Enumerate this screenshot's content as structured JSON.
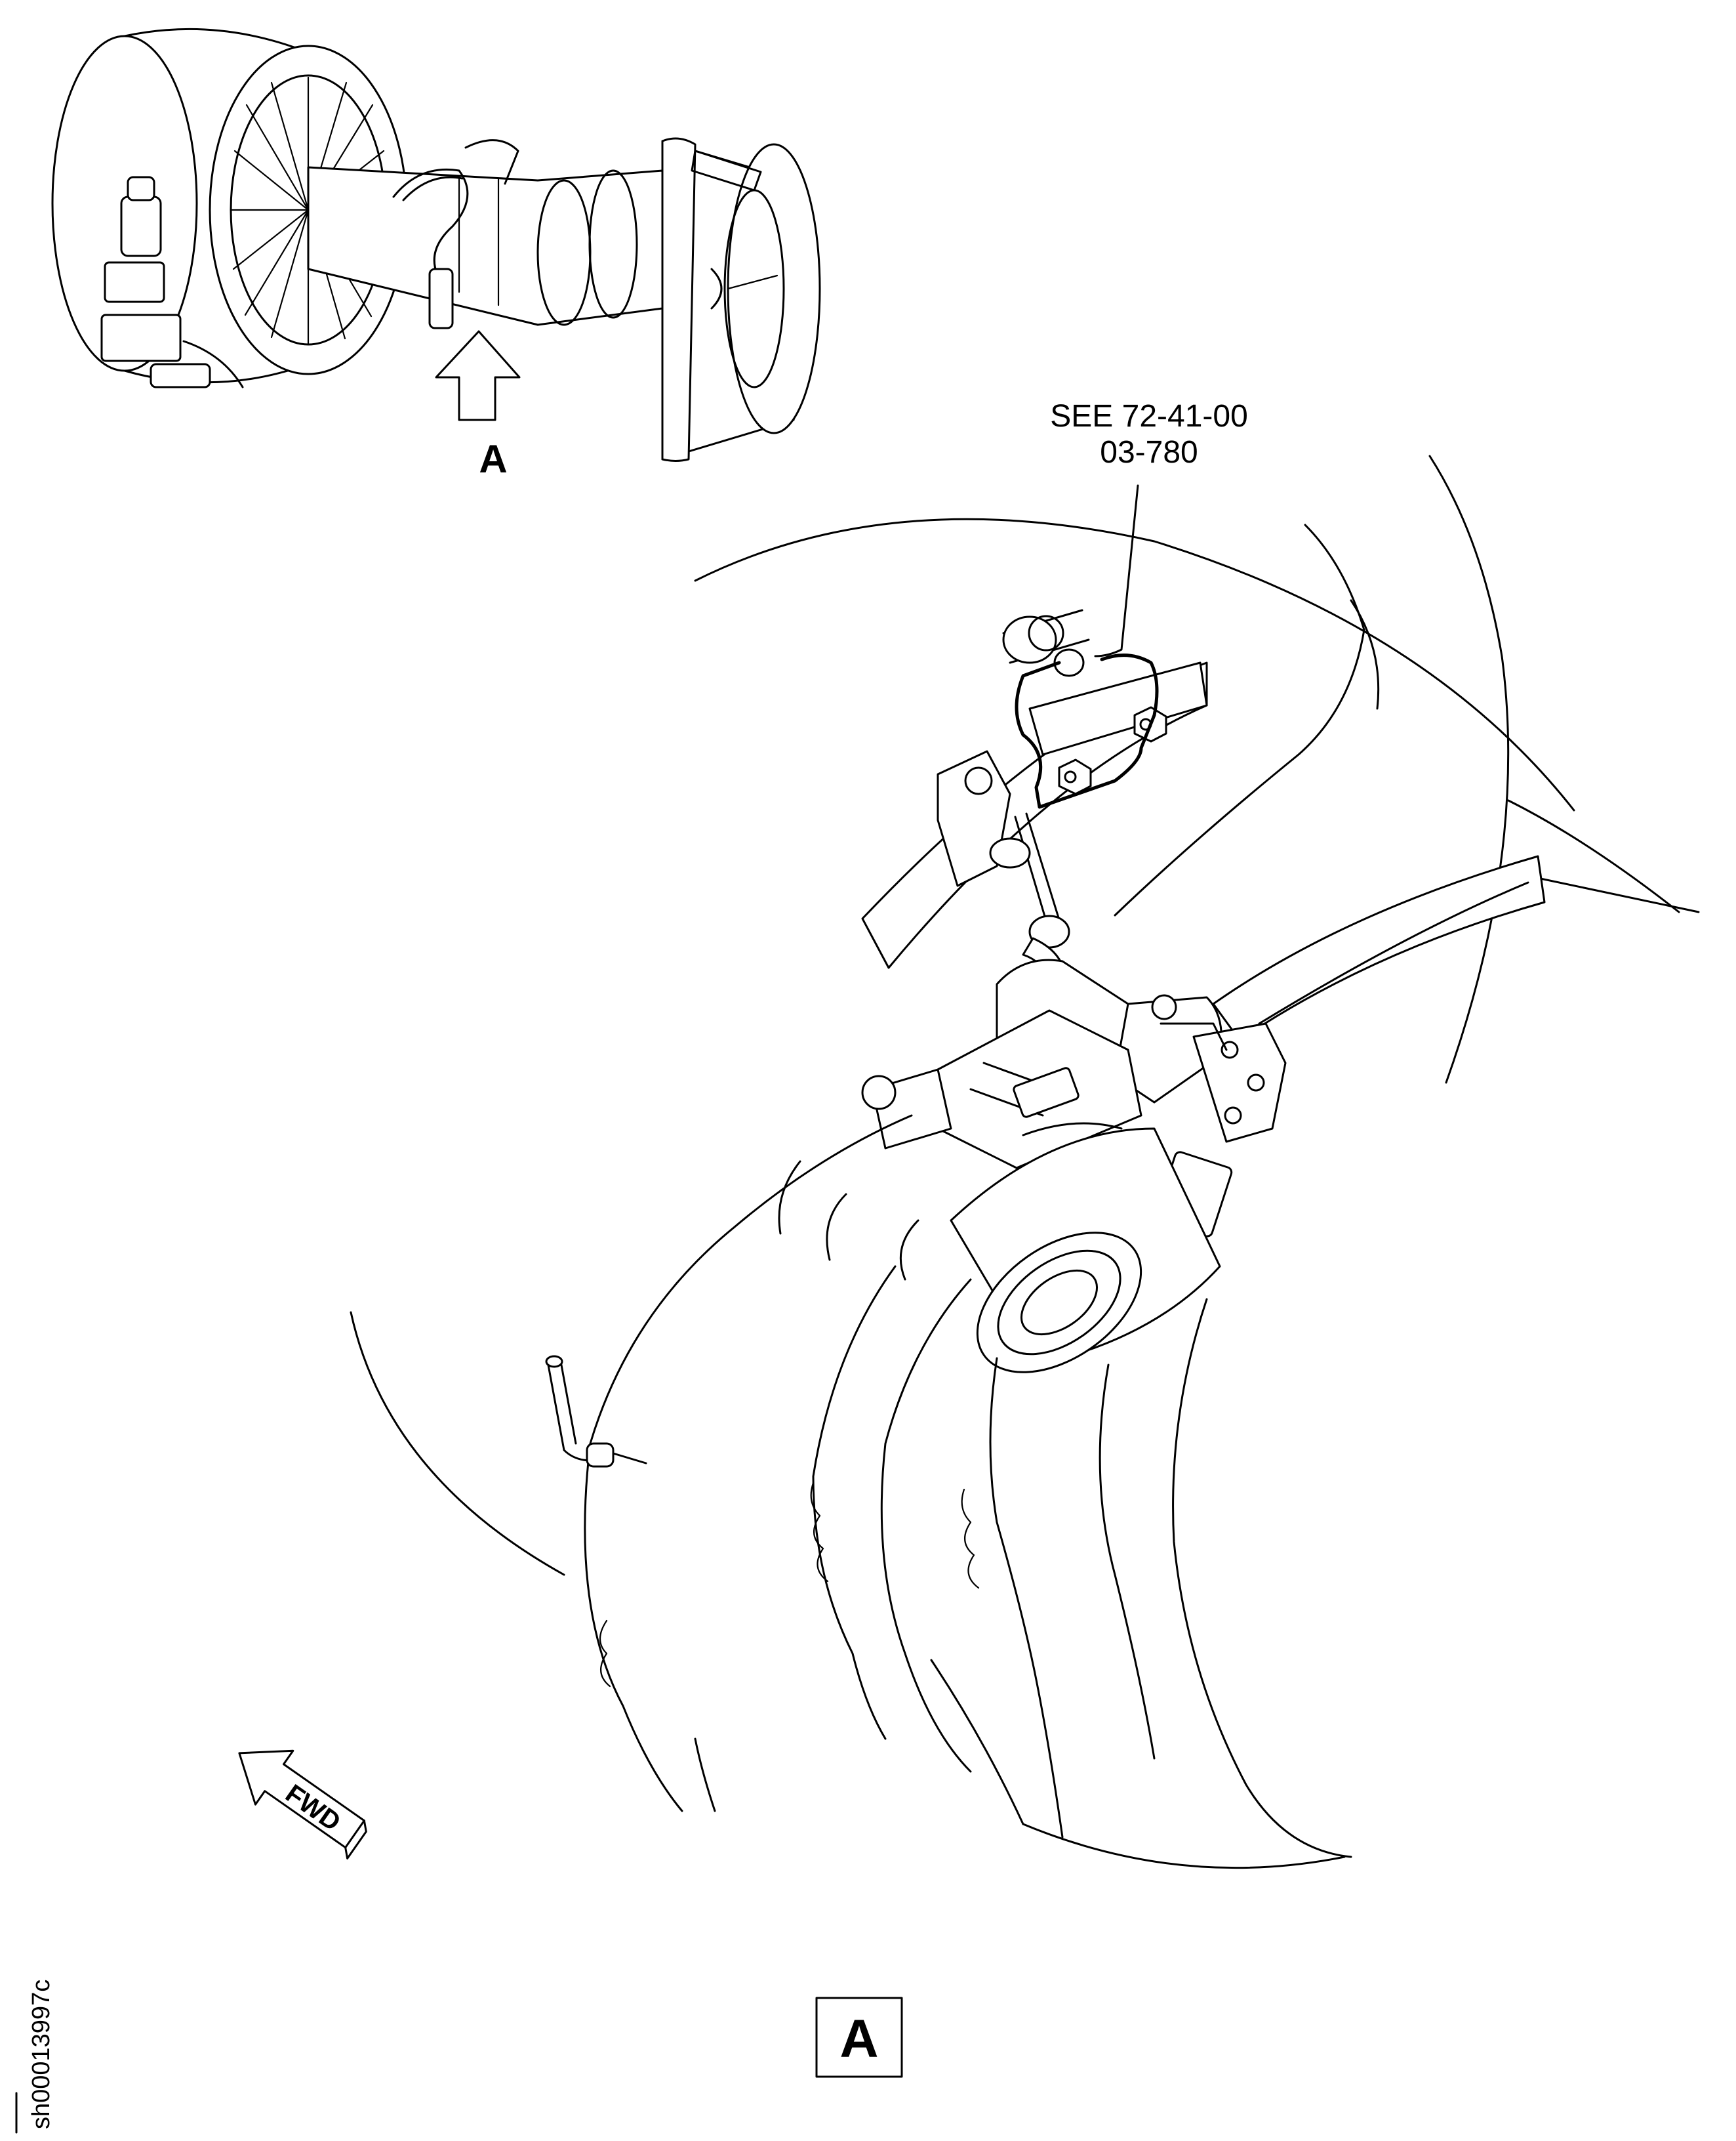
{
  "callout_reference": {
    "line1": "SEE 72-41-00",
    "line2": "03-780"
  },
  "view_arrow_label": "A",
  "forward_indicator": "FWD",
  "view_title": "A",
  "sheet_id": "sh00013997c"
}
